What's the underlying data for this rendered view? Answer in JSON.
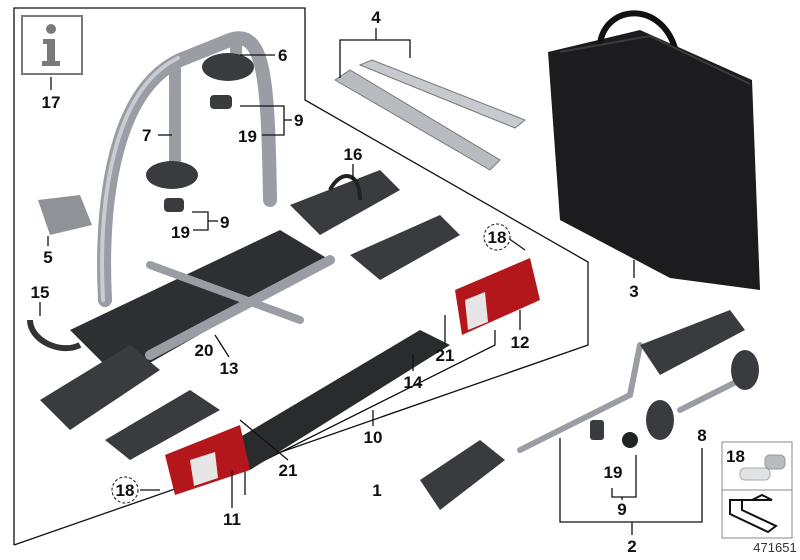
{
  "diagram": {
    "reference_number": "471651",
    "callouts": {
      "info": "17",
      "clamp_upper": "6",
      "rails": "4",
      "clamp_lower": "7",
      "lock_set_upper": "9",
      "key_upper": "19",
      "lock_set_lower": "9",
      "key_lower": "19",
      "wheel_holder": "16",
      "bracket": "5",
      "bulb_right": "18",
      "strap": "15",
      "part_20": "20",
      "part_13": "13",
      "screw_right": "21",
      "lamp_right": "12",
      "number_plate_holder": "14",
      "bag": "3",
      "screw_left": "21",
      "lamp_assembly": "10",
      "carrier": "1",
      "bulb_left": "18",
      "lamp_left": "11",
      "ext_key": "19",
      "ext_lock_set": "9",
      "ext_clamp": "8",
      "extension": "2",
      "bulb_inset": "18"
    },
    "colors": {
      "tube": "#9a9da3",
      "plastic": "#3a3b3e",
      "lamp_red": "#b3171c",
      "bag": "#1c1c1e"
    },
    "icons": [
      "info-icon",
      "bulb-icon",
      "arrow-icon"
    ]
  }
}
